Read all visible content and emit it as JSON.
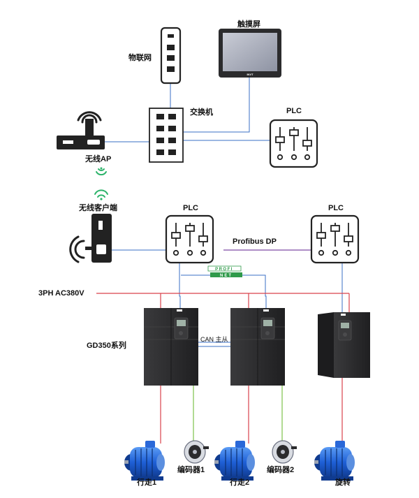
{
  "labels": {
    "touchscreen": "触摸屏",
    "iot": "物联网",
    "switch": "交换机",
    "plc_top": "PLC",
    "wireless_ap": "无线AP",
    "wireless_client": "无线客户端",
    "plc_left": "PLC",
    "plc_right": "PLC",
    "profibus": "Profibus DP",
    "profinet": "PROFI NET",
    "power": "3PH  AC380V",
    "series": "GD350系列",
    "can": "CAN 主从",
    "motor1": "行走1",
    "encoder1": "编码器1",
    "motor2": "行走2",
    "encoder2": "编码器2",
    "motor3": "旋转",
    "brand": "INVT"
  },
  "colors": {
    "ethernet": "#3a6fc4",
    "power": "#d9414b",
    "encoder": "#7dc24a",
    "profibus": "#7d4aa5",
    "profinet_green": "#2f9a4a",
    "device_dark": "#2b2b2d",
    "motor_blue": "#1e5fd6"
  }
}
